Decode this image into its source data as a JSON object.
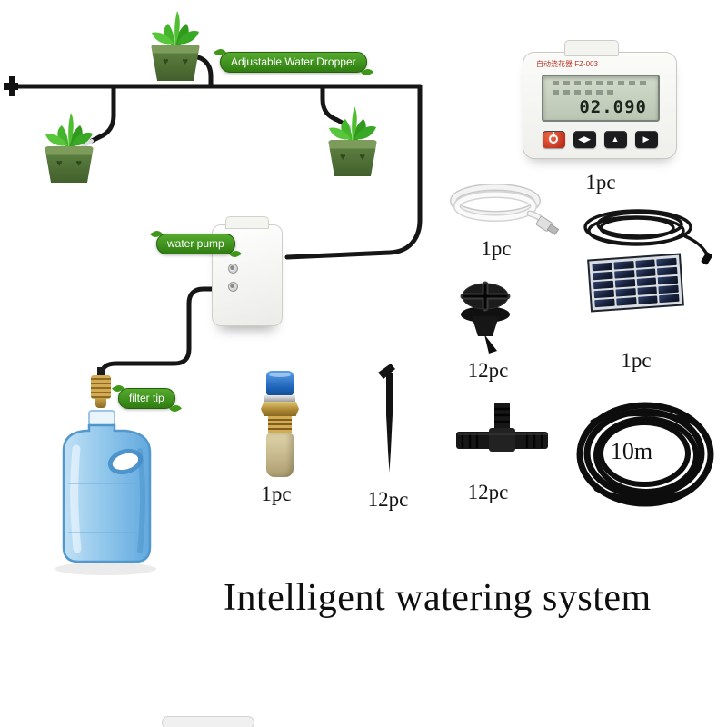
{
  "page": {
    "title": "Intelligent watering system"
  },
  "labels": {
    "dropper": "Adjustable Water Dropper",
    "pump": "water pump",
    "filter": "filter tip"
  },
  "quantities": {
    "timer": "1pc",
    "usb_cable": "1pc",
    "solar_panel": "1pc",
    "dripper": "12pc",
    "connector": "1pc",
    "stake": "12pc",
    "tee": "12pc",
    "tubing": "10m"
  },
  "timer": {
    "model_text": "自动浇花器 FZ-003",
    "lcd_main": "02.090",
    "buttons": [
      "◀▶",
      "▲",
      "▶"
    ]
  },
  "decor": {
    "hearts": "♥ ♥"
  },
  "colors": {
    "label_green": "#3c9317",
    "tube_black": "#161616",
    "bottle_blue": "#7fbde8",
    "brass": "#c9a24b",
    "cap_blue": "#2d72c8",
    "lcd_green": "#c8d3c3",
    "power_red": "#c73120"
  }
}
